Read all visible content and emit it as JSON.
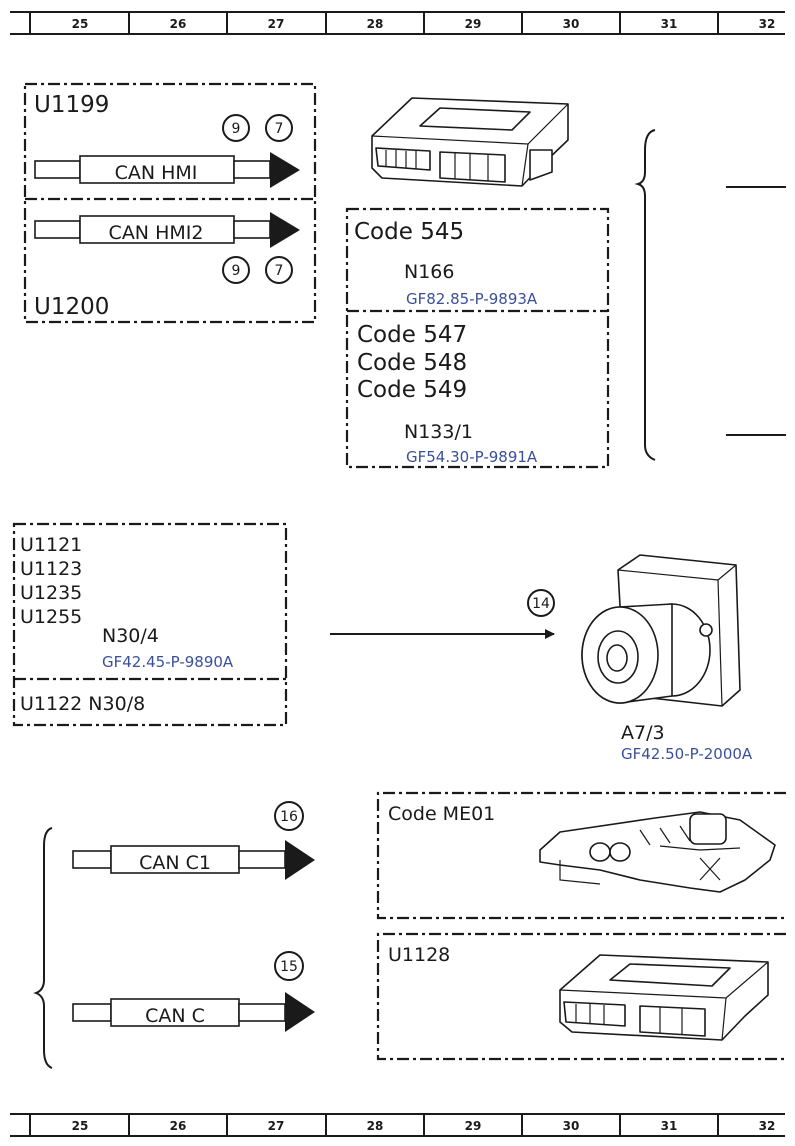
{
  "columns": [
    "25",
    "26",
    "27",
    "28",
    "29",
    "30",
    "31",
    "32"
  ],
  "group_u1199": {
    "module_top": "U1199",
    "circles_top": [
      "9",
      "7"
    ],
    "bus_top": "CAN HMI",
    "bus_bottom": "CAN HMI2",
    "circles_bottom": [
      "9",
      "7"
    ],
    "module_bottom": "U1200"
  },
  "code545": {
    "code": "Code 545",
    "component": "N166",
    "ref": "GF82.85-P-9893A"
  },
  "code547": {
    "codes": [
      "Code 547",
      "Code 548",
      "Code 549"
    ],
    "component": "N133/1",
    "ref": "GF54.30-P-9891A"
  },
  "n30": {
    "modules": [
      "U1121",
      "U1123",
      "U1235",
      "U1255"
    ],
    "component": "N30/4",
    "ref": "GF42.45-P-9890A",
    "bottom_text": "U1122 N30/8",
    "arrow_circle": "14"
  },
  "a7": {
    "component": "A7/3",
    "ref": "GF42.50-P-2000A"
  },
  "can_c": {
    "c1_circle": "16",
    "c1_label": "CAN C1",
    "c_circle": "15",
    "c_label": "CAN C"
  },
  "me01": {
    "code": "Code ME01"
  },
  "u1128": {
    "module": "U1128"
  }
}
